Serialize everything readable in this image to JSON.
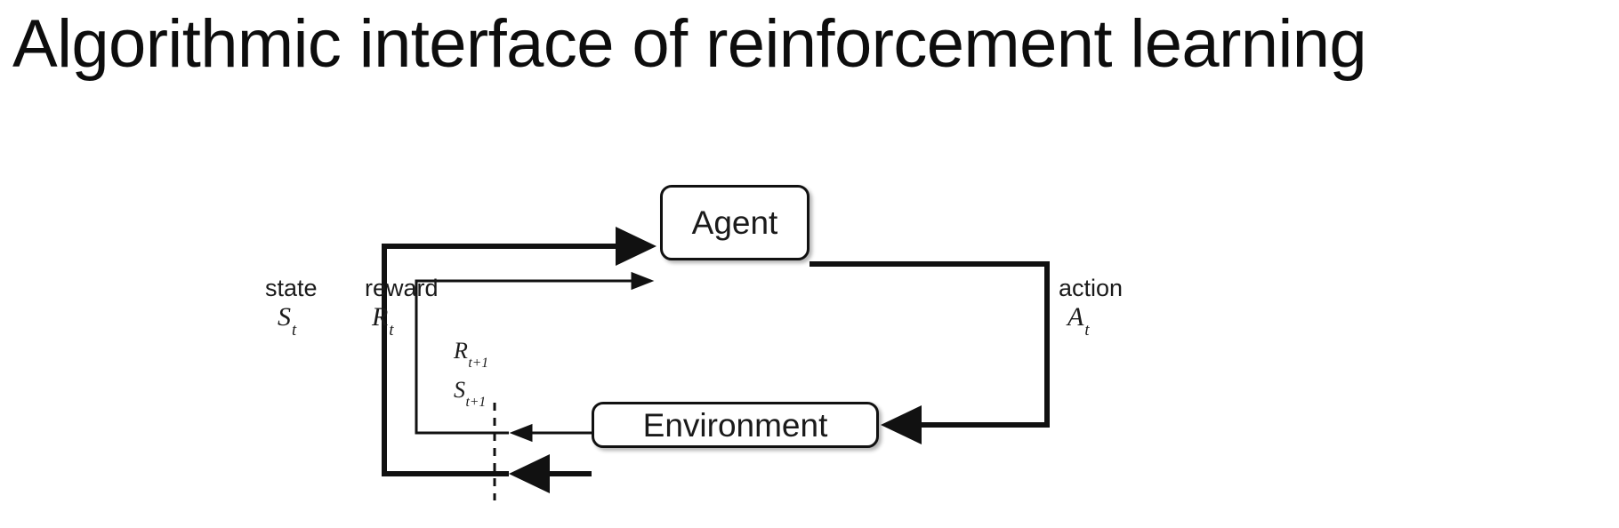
{
  "slide": {
    "title": "Algorithmic interface of reinforcement learning",
    "background_color": "#ffffff",
    "text_color": "#0d0d0d"
  },
  "diagram": {
    "type": "agent-environment-interaction-loop",
    "line_color": "#111111",
    "nodes": [
      {
        "id": "agent",
        "label": "Agent"
      },
      {
        "id": "environment",
        "label": "Environment"
      }
    ],
    "edge_labels": {
      "state_word": "state",
      "state_symbol": "S",
      "state_symbol_sub": "t",
      "reward_word": "reward",
      "reward_symbol": "R",
      "reward_symbol_sub": "t",
      "action_word": "action",
      "action_symbol": "A",
      "action_symbol_sub": "t",
      "reward_next_symbol": "R",
      "reward_next_sub": "t+1",
      "state_next_symbol": "S",
      "state_next_sub": "t+1"
    },
    "time_boundary": {
      "style": "dashed-vertical-line"
    }
  }
}
